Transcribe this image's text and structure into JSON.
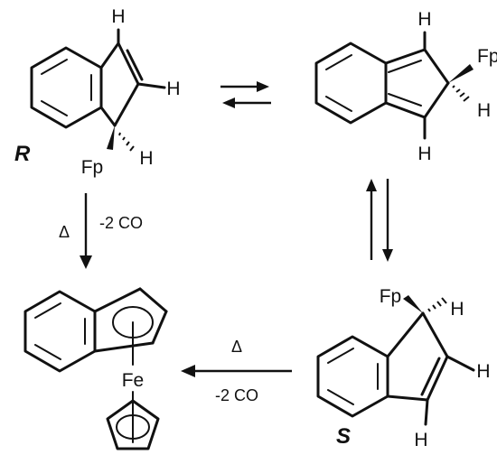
{
  "molecules": {
    "r_isomer": {
      "stereo_label": "R",
      "substituent": "Fp",
      "h_top": "H",
      "h_right": "H",
      "h_sp3": "H"
    },
    "intermediate": {
      "substituent": "Fp",
      "h_top": "H",
      "h_sp3": "H",
      "h_bottom": "H"
    },
    "s_isomer": {
      "stereo_label": "S",
      "substituent": "Fp",
      "h_sp3": "H",
      "h_right": "H",
      "h_bottom": "H"
    },
    "product": {
      "metal": "Fe"
    }
  },
  "arrows": {
    "left_down": {
      "reagent": "Δ",
      "condition": "-2 CO"
    },
    "bottom_left": {
      "reagent": "Δ",
      "condition": "-2 CO"
    }
  }
}
